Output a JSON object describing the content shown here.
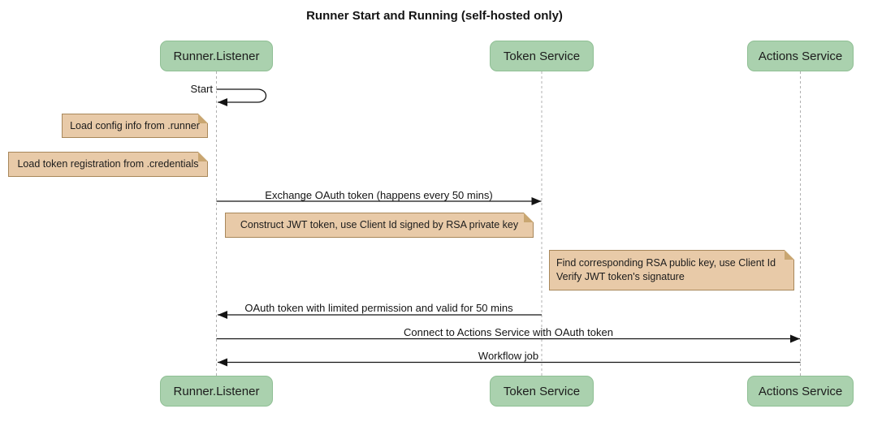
{
  "title": "Runner Start and Running (self-hosted only)",
  "participants": [
    {
      "label": "Runner.Listener"
    },
    {
      "label": "Token Service"
    },
    {
      "label": "Actions Service"
    }
  ],
  "messages": [
    {
      "label": "Start",
      "from": "Runner.Listener",
      "to": "Runner.Listener",
      "kind": "self"
    },
    {
      "label": "Exchange OAuth token (happens every 50 mins)",
      "from": "Runner.Listener",
      "to": "Token Service",
      "kind": "solid-arrow"
    },
    {
      "label": "OAuth token with limited permission and valid for 50 mins",
      "from": "Token Service",
      "to": "Runner.Listener",
      "kind": "solid-arrow"
    },
    {
      "label": "Connect to Actions Service with OAuth token",
      "from": "Runner.Listener",
      "to": "Actions Service",
      "kind": "solid-arrow"
    },
    {
      "label": "Workflow job",
      "from": "Actions Service",
      "to": "Runner.Listener",
      "kind": "solid-arrow"
    }
  ],
  "notes": [
    {
      "position": "left of Runner.Listener",
      "lines": [
        "Load config info from .runner"
      ]
    },
    {
      "position": "left of Runner.Listener",
      "lines": [
        "Load token registration from .credentials"
      ]
    },
    {
      "position": "right of Runner.Listener",
      "lines": [
        "Construct JWT token, use Client Id signed by RSA private key"
      ]
    },
    {
      "position": "left of Actions Service",
      "lines": [
        "Find corresponding RSA public key, use Client Id",
        "Verify JWT token's signature"
      ]
    }
  ],
  "colors": {
    "participant_fill": "#AAD1AE",
    "participant_border": "#8FBF94",
    "note_fill": "#E8CAA8",
    "note_border": "#A8875A",
    "note_fold": "#C9A671",
    "lifeline": "#B0B0B0",
    "message_line": "#141414"
  }
}
